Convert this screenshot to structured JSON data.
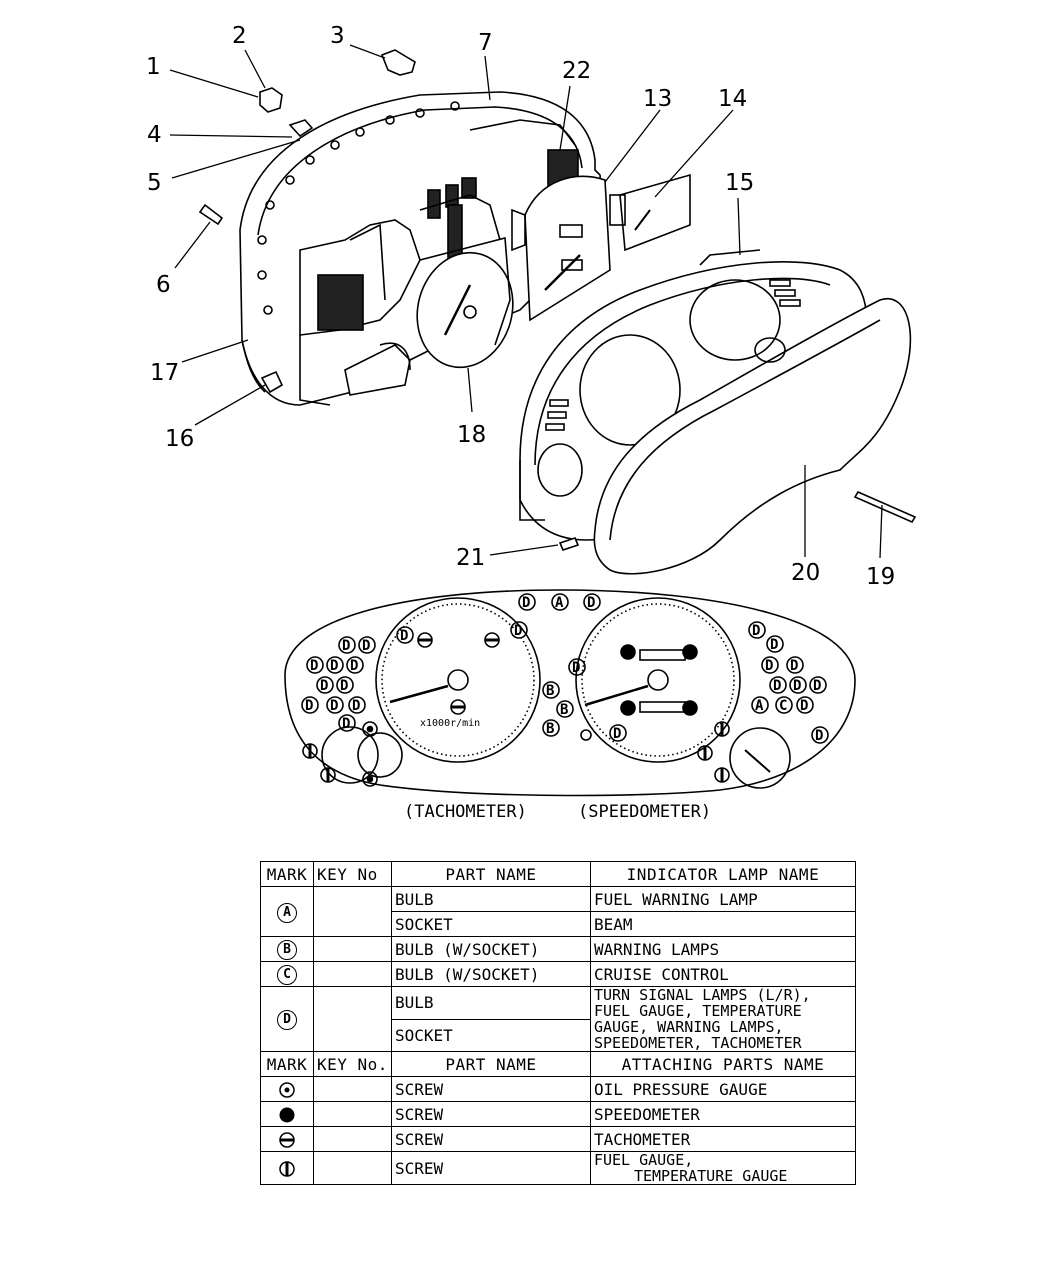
{
  "callouts": [
    "1",
    "2",
    "3",
    "4",
    "5",
    "6",
    "7",
    "13",
    "14",
    "15",
    "16",
    "17",
    "18",
    "19",
    "20",
    "21",
    "22"
  ],
  "gauge_text": {
    "rpm_label": "x1000r/min",
    "caption_left": "(TACHOMETER)",
    "caption_right": "(SPEEDOMETER)"
  },
  "marks": {
    "a": "A",
    "b": "B",
    "c": "C",
    "d": "D"
  },
  "table": {
    "header1": {
      "mark": "MARK",
      "key": "KEY No",
      "part": "PART NAME",
      "name": "INDICATOR LAMP NAME"
    },
    "rows1": {
      "a_bulb": "BULB",
      "a_bulb_name": "FUEL WARNING LAMP",
      "a_socket": "SOCKET",
      "a_socket_name": "BEAM",
      "b_part": "BULB (W/SOCKET)",
      "b_name": "WARNING LAMPS",
      "c_part": "BULB (W/SOCKET)",
      "c_name": "CRUISE CONTROL",
      "d_bulb": "BULB",
      "d_socket": "SOCKET",
      "d_name_1": "TURN SIGNAL LAMPS (L/R),",
      "d_name_2": "FUEL GAUGE, TEMPERATURE",
      "d_name_3": "GAUGE, WARNING LAMPS,",
      "d_name_4": "SPEEDOMETER, TACHOMETER"
    },
    "header2": {
      "mark": "MARK",
      "key": "KEY No.",
      "part": "PART NAME",
      "name": "ATTACHING PARTS NAME"
    },
    "rows2": {
      "s1_part": "SCREW",
      "s1_name": "OIL PRESSURE GAUGE",
      "s2_part": "SCREW",
      "s2_name": "SPEEDOMETER",
      "s3_part": "SCREW",
      "s3_name": "TACHOMETER",
      "s4_part": "SCREW",
      "s4_name_1": "FUEL GAUGE,",
      "s4_name_2": "TEMPERATURE GAUGE"
    }
  }
}
